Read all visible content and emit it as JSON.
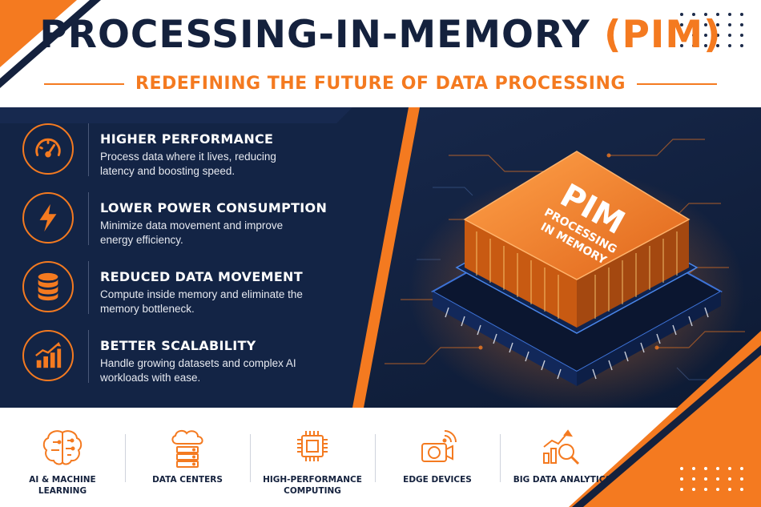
{
  "header": {
    "title_main": "PROCESSING-IN-MEMORY ",
    "title_accent": "(PIM)",
    "subtitle": "REDEFINING THE FUTURE OF DATA PROCESSING"
  },
  "chip": {
    "label_big": "PIM",
    "label_line1": "PROCESSING",
    "label_line2": "IN MEMORY"
  },
  "features": [
    {
      "icon": "speedometer-icon",
      "title": "HIGHER PERFORMANCE",
      "desc": "Process data where it lives, reducing latency and boosting speed."
    },
    {
      "icon": "lightning-icon",
      "title": "LOWER POWER CONSUMPTION",
      "desc": "Minimize data movement and improve energy efficiency."
    },
    {
      "icon": "database-icon",
      "title": "REDUCED DATA MOVEMENT",
      "desc": "Compute inside memory and eliminate the memory bottleneck."
    },
    {
      "icon": "growth-chart-icon",
      "title": "BETTER SCALABILITY",
      "desc": "Handle growing datasets and complex AI workloads with ease."
    }
  ],
  "applications": [
    {
      "icon": "brain-circuit-icon",
      "label": "AI & MACHINE LEARNING"
    },
    {
      "icon": "cloud-server-icon",
      "label": "DATA CENTERS"
    },
    {
      "icon": "processor-icon",
      "label": "HIGH-PERFORMANCE COMPUTING"
    },
    {
      "icon": "camera-wireless-icon",
      "label": "EDGE DEVICES"
    },
    {
      "icon": "analytics-magnifier-icon",
      "label": "BIG DATA ANALYTICS"
    }
  ],
  "colors": {
    "navy": "#14213d",
    "panel": "#16284a",
    "accent": "#f47a20",
    "white": "#ffffff"
  }
}
